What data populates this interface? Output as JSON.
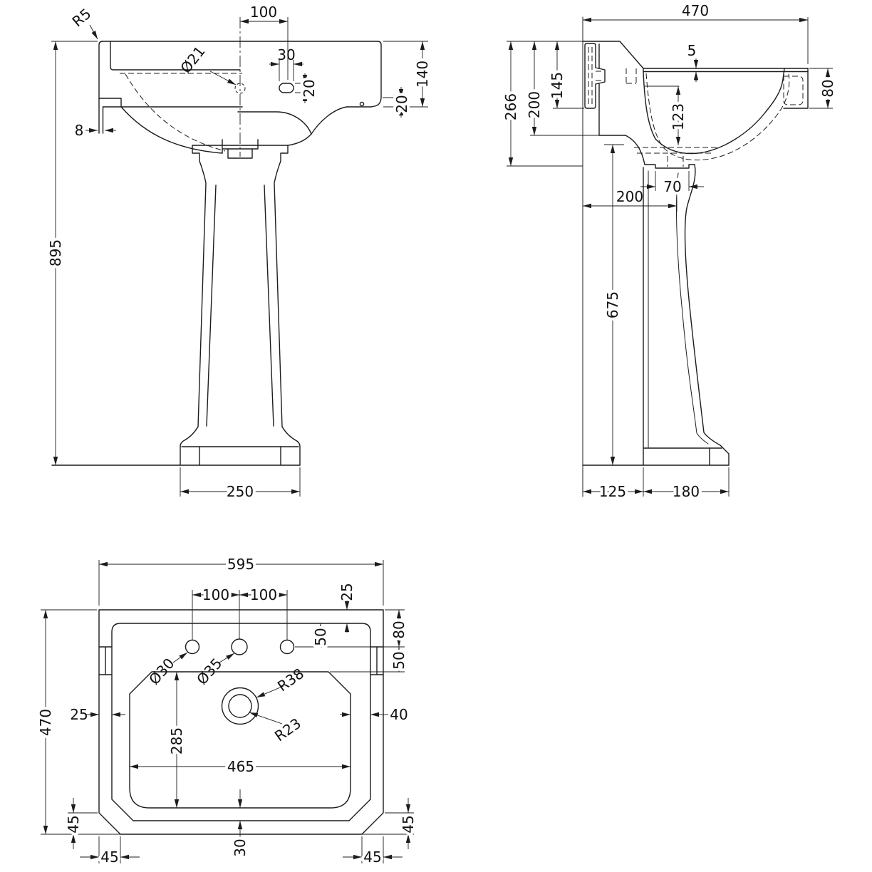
{
  "drawing": {
    "front": {
      "r5": "R5",
      "dia21": "Ø21",
      "d100": "100",
      "d30": "30",
      "d20_slot": "20",
      "d140": "140",
      "d20_edge": "20",
      "d8": "8",
      "d895": "895",
      "d250": "250"
    },
    "side": {
      "d470": "470",
      "d5": "5",
      "d145": "145",
      "d200_back": "200",
      "d266": "266",
      "d123": "123",
      "d80": "80",
      "d70": "70",
      "d200_mid": "200",
      "d675": "675",
      "d125": "125",
      "d180": "180"
    },
    "plan": {
      "d595": "595",
      "d100a": "100",
      "d100b": "100",
      "d25_top": "25",
      "d50_rim": "50",
      "d80_right": "80",
      "d50_right": "50",
      "dia30": "Ø30",
      "dia35": "Ø35",
      "r38": "R38",
      "r23": "R23",
      "d25_left": "25",
      "d40_right": "40",
      "d470": "470",
      "d285": "285",
      "d465": "465",
      "d30_bottom": "30",
      "d45_left_v": "45",
      "d45_left_h": "45",
      "d45_right_v": "45",
      "d45_right_h": "45"
    }
  }
}
